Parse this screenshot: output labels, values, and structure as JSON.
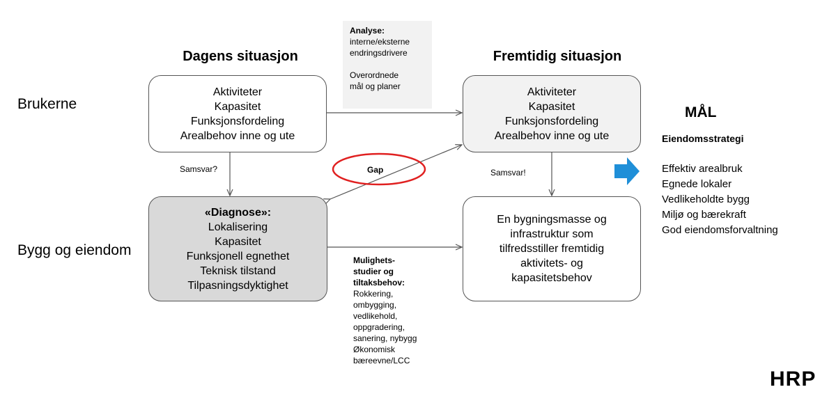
{
  "headings": {
    "current": "Dagens situasjon",
    "future": "Fremtidig situasjon"
  },
  "row_labels": {
    "users": "Brukerne",
    "buildings": "Bygg og eiendom"
  },
  "box_current_users": {
    "lines": [
      "Aktiviteter",
      "Kapasitet",
      "Funksjonsfordeling",
      "Arealbehov inne og ute"
    ]
  },
  "box_future_users": {
    "lines": [
      "Aktiviteter",
      "Kapasitet",
      "Funksjonsfordeling",
      "Arealbehov inne og ute"
    ]
  },
  "box_diagnosis": {
    "title": "«Diagnose»:",
    "lines": [
      "Lokalisering",
      "Kapasitet",
      "Funksjonell egnethet",
      "Teknisk tilstand",
      "Tilpasningsdyktighet"
    ]
  },
  "box_future_buildings": {
    "lines": [
      "En bygningsmasse og",
      "infrastruktur som",
      "tilfredsstiller fremtidig",
      "aktivitets- og",
      "kapasitetsbehov"
    ]
  },
  "analyse": {
    "title": "Analyse:",
    "lines": [
      "interne/eksterne",
      "endringsdrivere",
      "",
      "Overordnede",
      "mål og planer"
    ]
  },
  "connectors": {
    "samsvar_left": "Samsvar?",
    "samsvar_right": "Samsvar!",
    "gap": "Gap"
  },
  "measures": {
    "title_lines": [
      "Mulighets-",
      "studier og",
      "tiltaksbehov:"
    ],
    "lines": [
      "Rokkering,",
      "ombygging,",
      "vedlikehold,",
      "oppgradering,",
      "sanering, nybygg",
      "Økonomisk",
      "bæreevne/LCC"
    ]
  },
  "goal": {
    "title": "MÅL",
    "subtitle": "Eiendomsstrategi",
    "items": [
      "Effektiv arealbruk",
      "Egnede lokaler",
      "Vedlikeholdte bygg",
      "Miljø og bærekraft",
      "God eiendomsforvaltning"
    ]
  },
  "logo": "HRP",
  "colors": {
    "gap_ellipse": "#e02020",
    "goal_arrow": "#1f8fd8",
    "diagnosis_fill": "#d9d9d9",
    "future_users_fill": "#f2f2f2"
  }
}
